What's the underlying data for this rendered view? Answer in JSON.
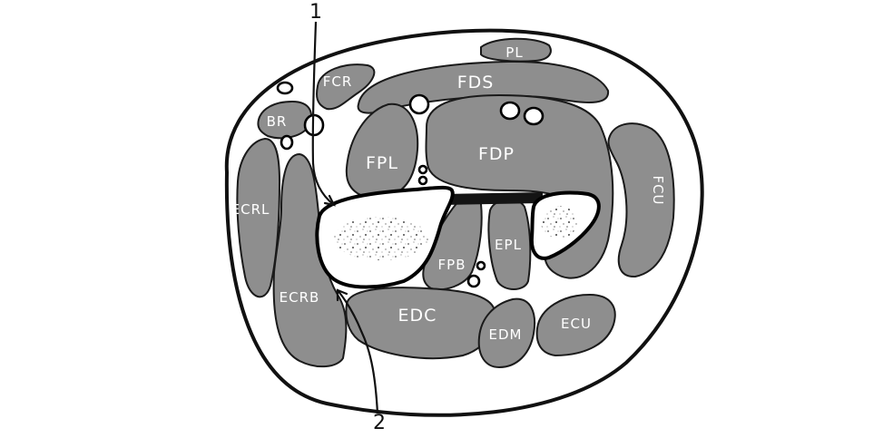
{
  "diagram": {
    "muscles": {
      "pl": "PL",
      "fds": "FDS",
      "fcr": "FCR",
      "br": "BR",
      "fpl": "FPL",
      "fdp": "FDP",
      "fcu": "FCU",
      "ecrl": "ECRL",
      "ecrb": "ECRB",
      "fpb": "FPB",
      "epl": "EPL",
      "edc": "EDC",
      "edm": "EDM",
      "ecu": "ECU"
    },
    "callouts": [
      "1",
      "2"
    ]
  }
}
